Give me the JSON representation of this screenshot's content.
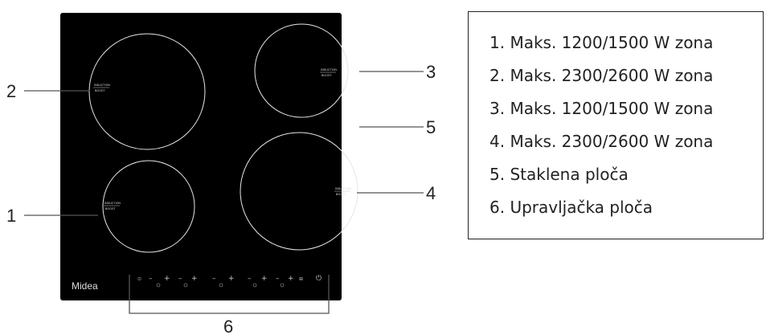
{
  "cooktop": {
    "brand": "Midea",
    "zone_label_top": "INDUCTION",
    "zone_label_bottom": "BOOST",
    "controls": [
      "⊙",
      "–",
      "+",
      "–",
      "+",
      "–",
      "+",
      "–",
      "+",
      "–",
      "+",
      "⊞",
      "⏻"
    ]
  },
  "callouts": {
    "c1": "1",
    "c2": "2",
    "c3": "3",
    "c4": "4",
    "c5": "5",
    "c6": "6"
  },
  "legend": {
    "items": [
      "1. Maks. 1200/1500 W zona",
      "2. Maks. 2300/2600 W zona",
      "3. Maks. 1200/1500 W zona",
      "4. Maks. 2300/2600 W zona",
      "5. Staklena ploča",
      "6. Upravljačka ploča"
    ]
  },
  "colors": {
    "glass": "#000000",
    "zone_ring": "#e6e6e6",
    "line": "#555555"
  }
}
